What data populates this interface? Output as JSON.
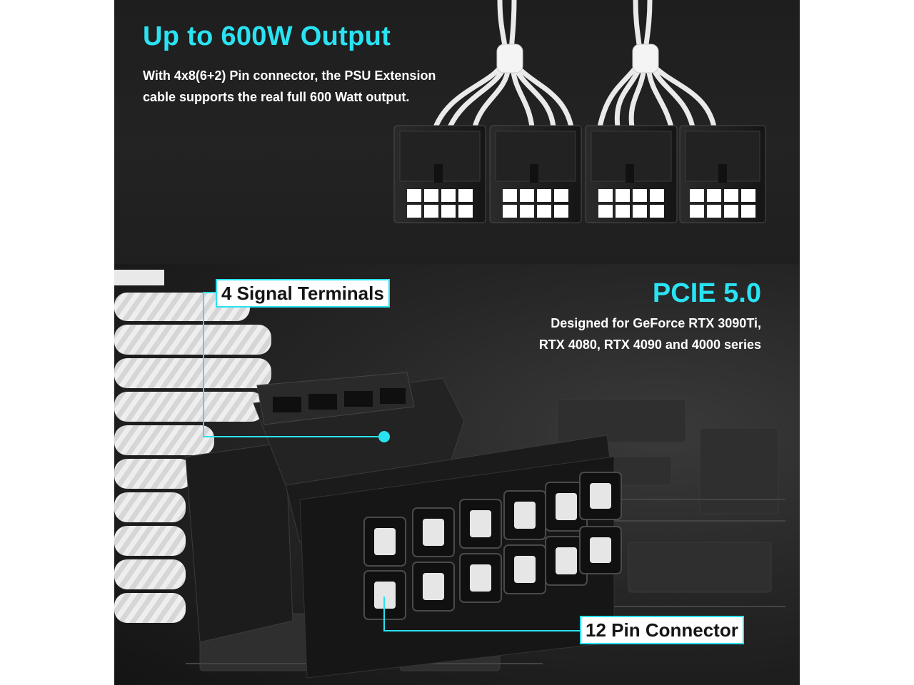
{
  "top": {
    "title": "Up to 600W Output",
    "description": [
      "With 4x8(6+2) Pin connector, the PSU Extension",
      "cable supports the real full 600 Watt output."
    ]
  },
  "pcie": {
    "title": "PCIE 5.0",
    "description": [
      "Designed for GeForce RTX 3090Ti,",
      "RTX 4080, RTX 4090 and 4000 series"
    ]
  },
  "callouts": {
    "signal": "4 Signal Terminals",
    "pin": "12 Pin Connector"
  },
  "colors": {
    "accent": "#29e3f3",
    "background": "#1e1e1e",
    "connector": "#1a1a1a",
    "cable": "#f2f2f2"
  }
}
